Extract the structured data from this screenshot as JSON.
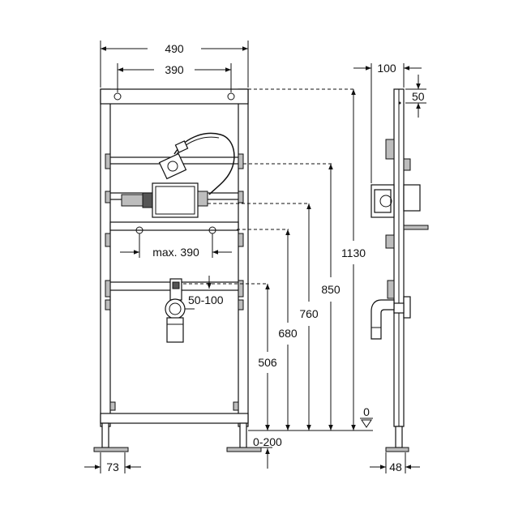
{
  "dimensions": {
    "total_width": "490",
    "mount_spacing": "390",
    "total_height": "1130",
    "valve_height": "850",
    "rail_height_760": "760",
    "rail_height_680": "680",
    "drain_height": "506",
    "clamp_spacing": "max. 390",
    "drain_adjust": "50-100",
    "foot_extension": "0-200",
    "foot_width": "73",
    "depth": "100",
    "top_offset": "50",
    "floor_level": "0",
    "side_foot_depth": "48"
  }
}
